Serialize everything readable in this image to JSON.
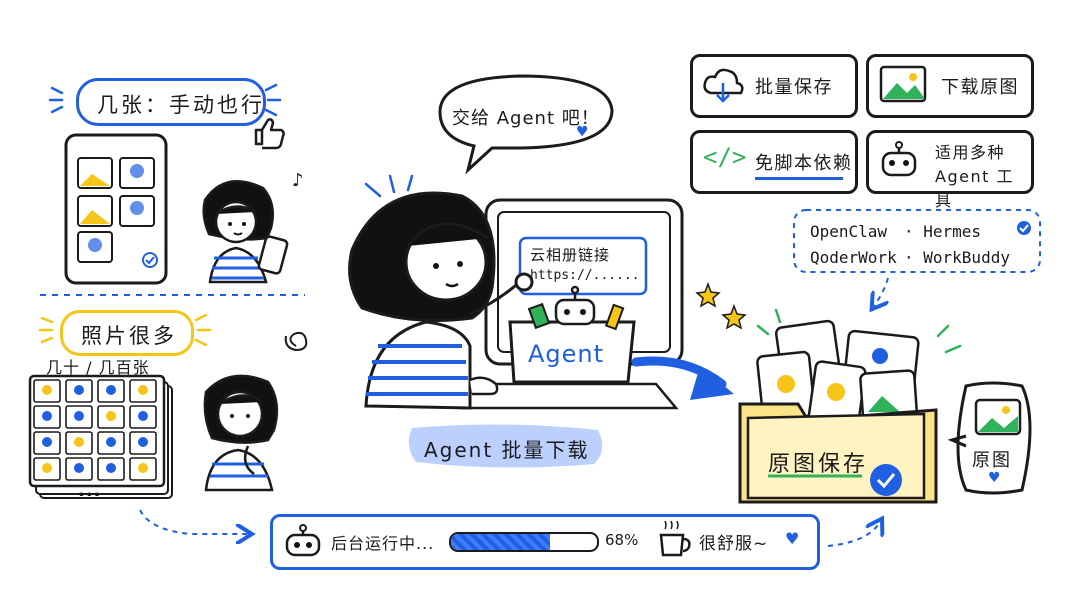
{
  "left_top": {
    "bubble": "几张：手动也行"
  },
  "left_bottom": {
    "bubble": "照片很多",
    "count": "几十 / 几百张",
    "ellipsis": "..."
  },
  "center": {
    "speech": "交给 Agent 吧！",
    "screen_note_title": "云相册链接",
    "screen_note_url": "https://......",
    "box_label": "Agent",
    "highlight": "Agent 批量下载"
  },
  "features": {
    "batch_save": "批量保存",
    "download_original": "下载原图",
    "no_script": "免脚本依赖",
    "multi_agent_line1": "适用多种",
    "multi_agent_line2": "Agent 工具"
  },
  "agent_tools": {
    "row1a": "OpenClaw",
    "row1b": "· Hermes",
    "row2a": "QoderWork",
    "row2b": "· WorkBuddy"
  },
  "result": {
    "folder_label": "原图保存",
    "bubble": "原图"
  },
  "status": {
    "running": "后台运行中...",
    "progress": 0.68,
    "progress_text": "68%",
    "relax": "很舒服~"
  },
  "colors": {
    "accent": "#1f5fe0",
    "highlight": "#bcd0ff",
    "folder": "#fbe38a",
    "green": "#2fb25a",
    "yellow": "#f5c518"
  }
}
